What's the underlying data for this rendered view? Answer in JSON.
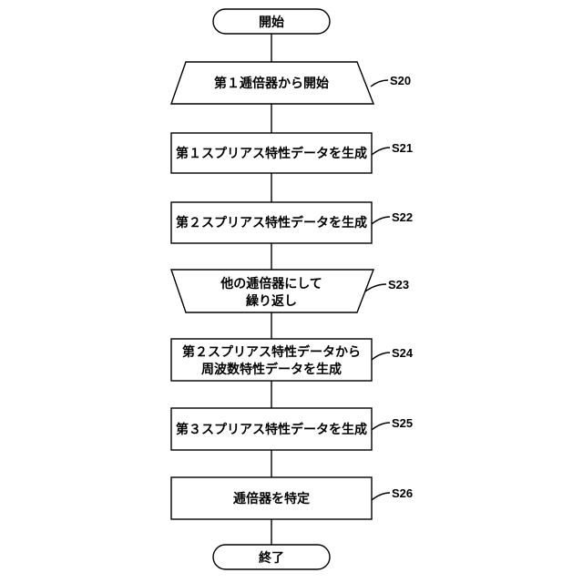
{
  "flowchart": {
    "start": "開始",
    "end": "終了",
    "steps": [
      {
        "id": "S20",
        "lines": [
          "第１逓倍器から開始"
        ]
      },
      {
        "id": "S21",
        "lines": [
          "第１スプリアス特性データを生成"
        ]
      },
      {
        "id": "S22",
        "lines": [
          "第２スプリアス特性データを生成"
        ]
      },
      {
        "id": "S23",
        "lines": [
          "他の逓倍器にして",
          "繰り返し"
        ]
      },
      {
        "id": "S24",
        "lines": [
          "第２スプリアス特性データから",
          "周波数特性データを生成"
        ]
      },
      {
        "id": "S25",
        "lines": [
          "第３スプリアス特性データを生成"
        ]
      },
      {
        "id": "S26",
        "lines": [
          "逓倍器を特定"
        ]
      }
    ]
  }
}
